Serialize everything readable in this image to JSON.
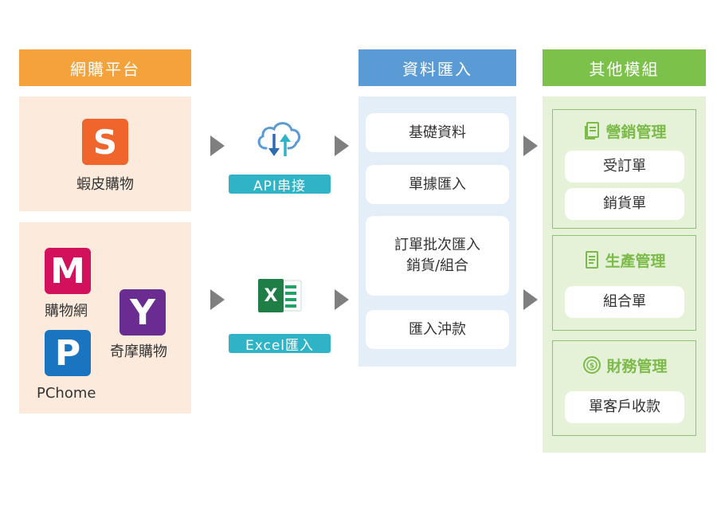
{
  "columns": {
    "platforms": {
      "header": "網購平台",
      "color": "#f4a23b"
    },
    "import": {
      "header": "資料匯入",
      "color": "#5b9bd5"
    },
    "modules": {
      "header": "其他模組",
      "color": "#7cc24a"
    }
  },
  "platforms": {
    "shopee": {
      "logo_letter": "S",
      "label": "蝦皮購物",
      "color": "#f0652b"
    },
    "momo": {
      "logo_letter": "M",
      "label": "購物網",
      "color": "#d2105b"
    },
    "yahoo": {
      "logo_letter": "Y",
      "label": "奇摩購物",
      "color": "#6a2c91"
    },
    "pchome": {
      "logo_letter": "P",
      "label": "PChome",
      "color": "#1a74c0"
    }
  },
  "connectors": {
    "api": {
      "label": "API串接"
    },
    "excel": {
      "label": "Excel匯入",
      "icon_letter": "X"
    }
  },
  "import_items": [
    "基礎資料",
    "單據匯入",
    "訂單批次匯入",
    "銷貨/組合",
    "匯入沖款"
  ],
  "modules": {
    "marketing": {
      "title": "營銷管理",
      "items": [
        "受訂單",
        "銷貨單"
      ]
    },
    "production": {
      "title": "生產管理",
      "items": [
        "組合單"
      ]
    },
    "finance": {
      "title": "財務管理",
      "items": [
        "單客戶收款"
      ]
    }
  }
}
